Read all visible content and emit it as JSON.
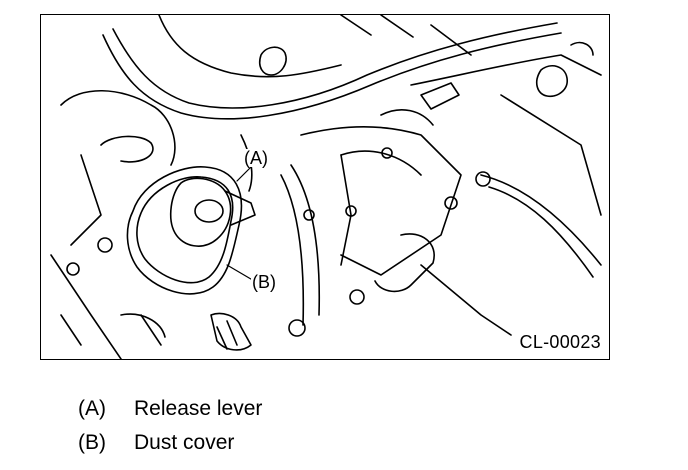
{
  "figure": {
    "code": "CL-00023",
    "callouts": [
      {
        "key": "(A)"
      },
      {
        "key": "(B)"
      }
    ]
  },
  "legend": [
    {
      "key": "(A)",
      "text": "Release lever"
    },
    {
      "key": "(B)",
      "text": "Dust cover"
    }
  ]
}
